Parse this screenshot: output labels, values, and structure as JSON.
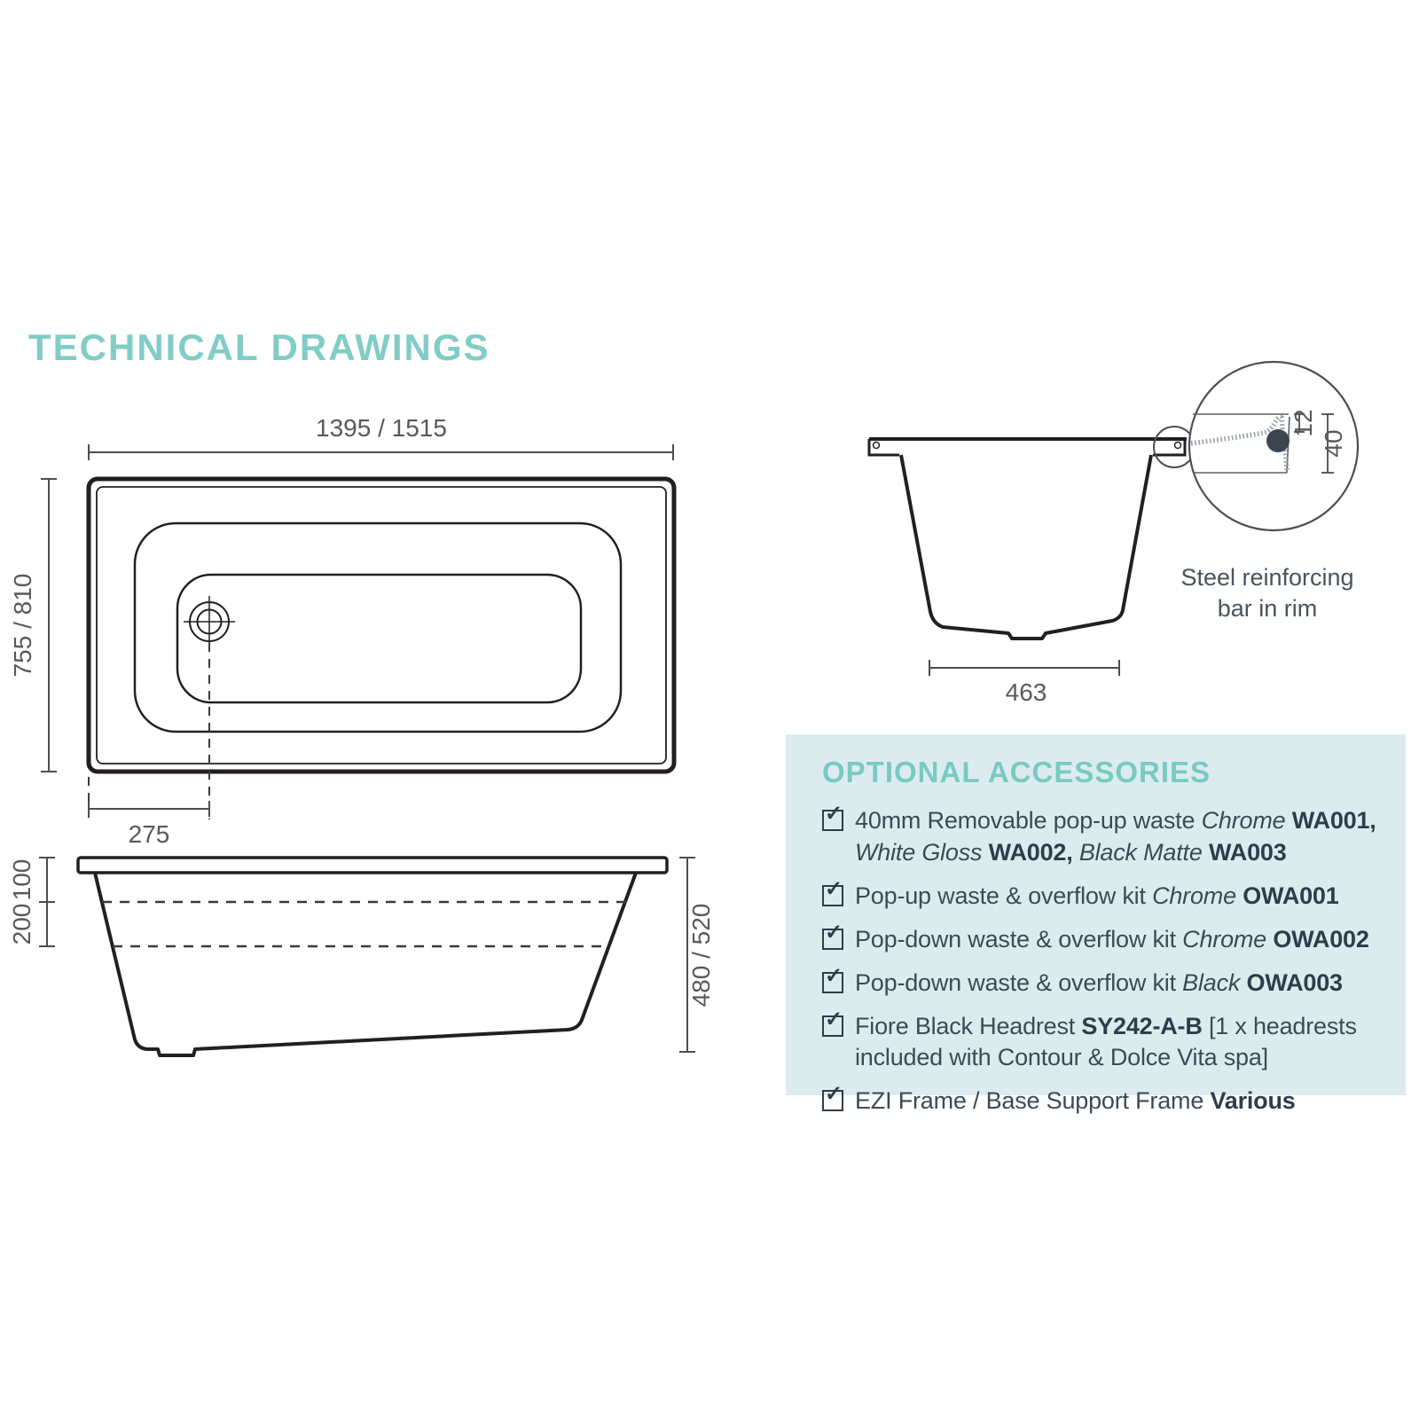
{
  "page": {
    "title": "TECHNICAL DRAWINGS"
  },
  "colors": {
    "teal_title": "#82ccc7",
    "teal_heading": "#79cac3",
    "panel_bg": "#dcecee",
    "line_dark": "#231f20",
    "dim_line": "#4d4d4f",
    "dim_text": "#58595b",
    "body_text": "#3d4a56",
    "code_text": "#2e3d4b",
    "steel_gray": "#98a0a6"
  },
  "top_view": {
    "width_label": "1395 / 1515",
    "height_label": "755 / 810",
    "drain_offset_label": "275"
  },
  "side_view": {
    "upper_depth_label": "100",
    "lower_depth_label": "200",
    "height_label": "480 / 520"
  },
  "section_view": {
    "base_width_label": "463",
    "rim_step_label": "12",
    "rim_height_label": "40",
    "callout_line1": "Steel reinforcing",
    "callout_line2": "bar in rim"
  },
  "accessories": {
    "heading": "OPTIONAL ACCESSORIES",
    "checkbox_glyph": "✓",
    "items": [
      {
        "segments": [
          {
            "text": "40mm Removable pop-up waste  ",
            "style": "regular"
          },
          {
            "text": "Chrome",
            "style": "italic"
          },
          {
            "text": " ",
            "style": "regular"
          },
          {
            "text": "WA001,",
            "style": "bold"
          },
          {
            "text": "",
            "style": "break"
          },
          {
            "text": "White Gloss",
            "style": "italic"
          },
          {
            "text": " ",
            "style": "regular"
          },
          {
            "text": "WA002,",
            "style": "bold"
          },
          {
            "text": " ",
            "style": "regular"
          },
          {
            "text": "Black Matte",
            "style": "italic"
          },
          {
            "text": " ",
            "style": "regular"
          },
          {
            "text": "WA003",
            "style": "bold"
          }
        ]
      },
      {
        "segments": [
          {
            "text": "Pop-up waste & overflow kit ",
            "style": "regular"
          },
          {
            "text": "Chrome",
            "style": "italic"
          },
          {
            "text": " ",
            "style": "regular"
          },
          {
            "text": "OWA001",
            "style": "bold"
          }
        ]
      },
      {
        "segments": [
          {
            "text": "Pop-down waste & overflow kit ",
            "style": "regular"
          },
          {
            "text": "Chrome",
            "style": "italic"
          },
          {
            "text": " ",
            "style": "regular"
          },
          {
            "text": "OWA002",
            "style": "bold"
          }
        ]
      },
      {
        "segments": [
          {
            "text": "Pop-down waste & overflow kit ",
            "style": "regular"
          },
          {
            "text": "Black",
            "style": "italic"
          },
          {
            "text": " ",
            "style": "regular"
          },
          {
            "text": "OWA003",
            "style": "bold"
          }
        ]
      },
      {
        "segments": [
          {
            "text": "Fiore Black Headrest  ",
            "style": "regular"
          },
          {
            "text": "SY242-A-B",
            "style": "bold"
          },
          {
            "text": " [1 x headrests",
            "style": "regular"
          },
          {
            "text": "",
            "style": "break"
          },
          {
            "text": "included with Contour & Dolce Vita spa]",
            "style": "regular"
          }
        ]
      },
      {
        "segments": [
          {
            "text": "EZI Frame / Base Support Frame ",
            "style": "regular"
          },
          {
            "text": "Various",
            "style": "bold"
          }
        ]
      }
    ]
  }
}
